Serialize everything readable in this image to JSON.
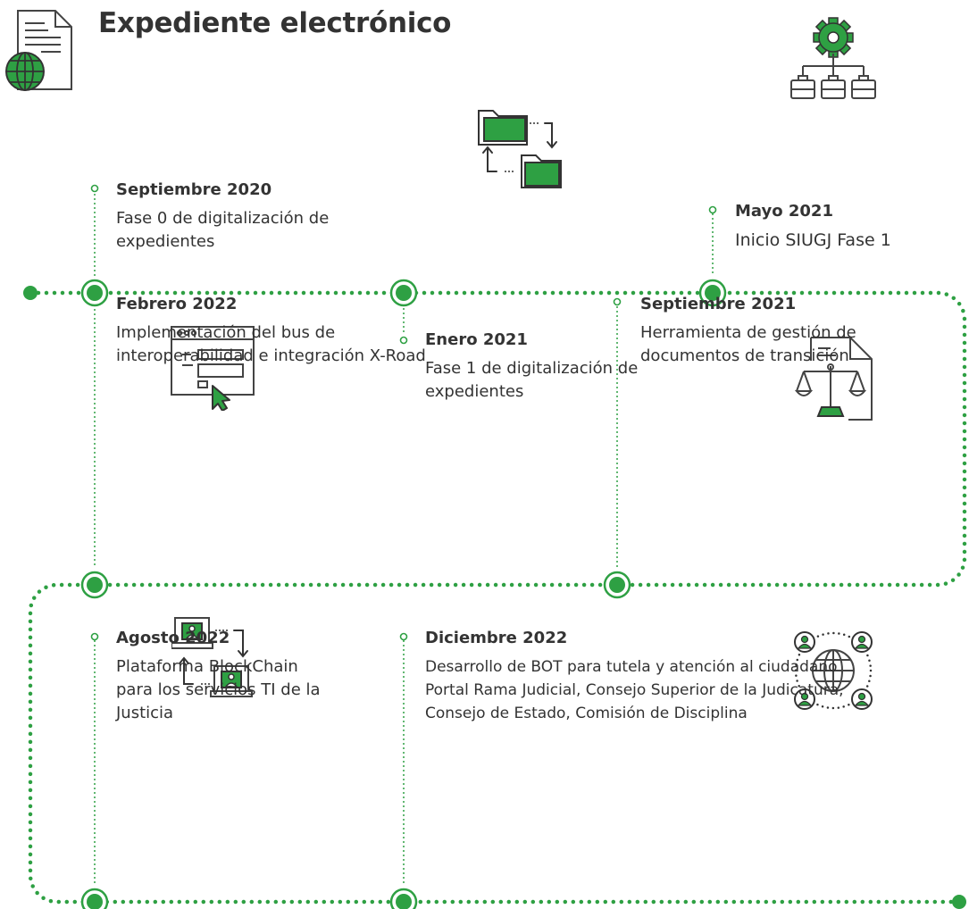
{
  "header": {
    "title": "Expediente electrónico"
  },
  "colors": {
    "accent": "#2ea043",
    "text": "#333333",
    "icon_stroke": "#444444"
  },
  "events": [
    {
      "date": "Septiembre 2020",
      "desc_lines": [
        "Fase 0 de digitalización de",
        "expedientes"
      ]
    },
    {
      "date": "Enero 2021",
      "desc_lines": [
        "Fase 1 de digitalización de",
        "expedientes"
      ]
    },
    {
      "date": "Mayo 2021",
      "desc_lines": [
        "Inicio SIUGJ Fase 1"
      ]
    },
    {
      "date": "Septiembre 2021",
      "desc_lines": [
        "Herramienta de gestión de",
        "documentos de transición"
      ]
    },
    {
      "date": "Febrero 2022",
      "desc_lines": [
        "Implementación del bus de",
        "interoperabilidad e integración X-Road"
      ]
    },
    {
      "date": "Agosto 2022",
      "desc_lines": [
        "Plataforma BlockChain",
        "para los servicios TI de la",
        "Justicia"
      ]
    },
    {
      "date": "Diciembre 2022",
      "desc_lines": [
        "Desarrollo de BOT para tutela y atención al ciudadano",
        "Portal Rama Judicial, Consejo Superior de la Judicatura,",
        "Consejo de Estado, Comisión de Disciplina"
      ]
    }
  ],
  "icons": [
    "document-globe-icon",
    "gear-org-chart-icon",
    "folder-transfer-icon",
    "browser-click-icon",
    "legal-document-scale-icon",
    "laptop-transfer-icon",
    "global-network-users-icon"
  ]
}
